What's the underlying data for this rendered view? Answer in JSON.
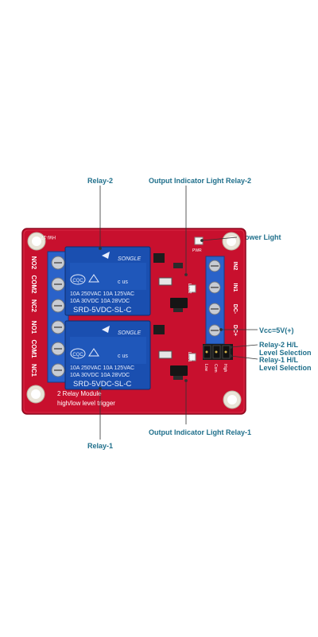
{
  "callouts": {
    "relay2": "Relay-2",
    "output_light_relay2": "Output Indicator Light Relay-2",
    "power_light": "Power Light",
    "vcc": "Vcc=5V(+)",
    "relay2_hl": "Relay-2 H/L",
    "relay2_hl_sub": "Level Selection",
    "relay1_hl": "Relay-1 H/L",
    "relay1_hl_sub": "Level Selection",
    "output_light_relay1": "Output Indicator Light Relay-1",
    "relay1": "Relay-1"
  },
  "board": {
    "title_line1": "2 Relay  Module",
    "title_line2": "high/low level trigger",
    "model": "HW-17",
    "left_terminals": [
      "NO2",
      "COM2",
      "NC2",
      "NO1",
      "COM1",
      "NC1"
    ],
    "right_terminals": [
      "IN2",
      "IN1",
      "DC-",
      "DC+"
    ],
    "led_labels": [
      "LED2",
      "LED1",
      "PWR"
    ],
    "jumper_labels": [
      "Low",
      "Com",
      "High"
    ],
    "relay": {
      "brand": "SONGLE",
      "rating_line1": "10A 250VAC  10A 125VAC",
      "rating_line2": "10A  30VDC  10A  28VDC",
      "model": "SRD-5VDC-SL-C",
      "cqc": "CQC",
      "ul": "c  us"
    }
  },
  "colors": {
    "pcb": "#c8102e",
    "relay": "#1a4fb0",
    "terminal": "#2a62c9",
    "callout": "#1f6f8b",
    "leader": "#333333"
  }
}
